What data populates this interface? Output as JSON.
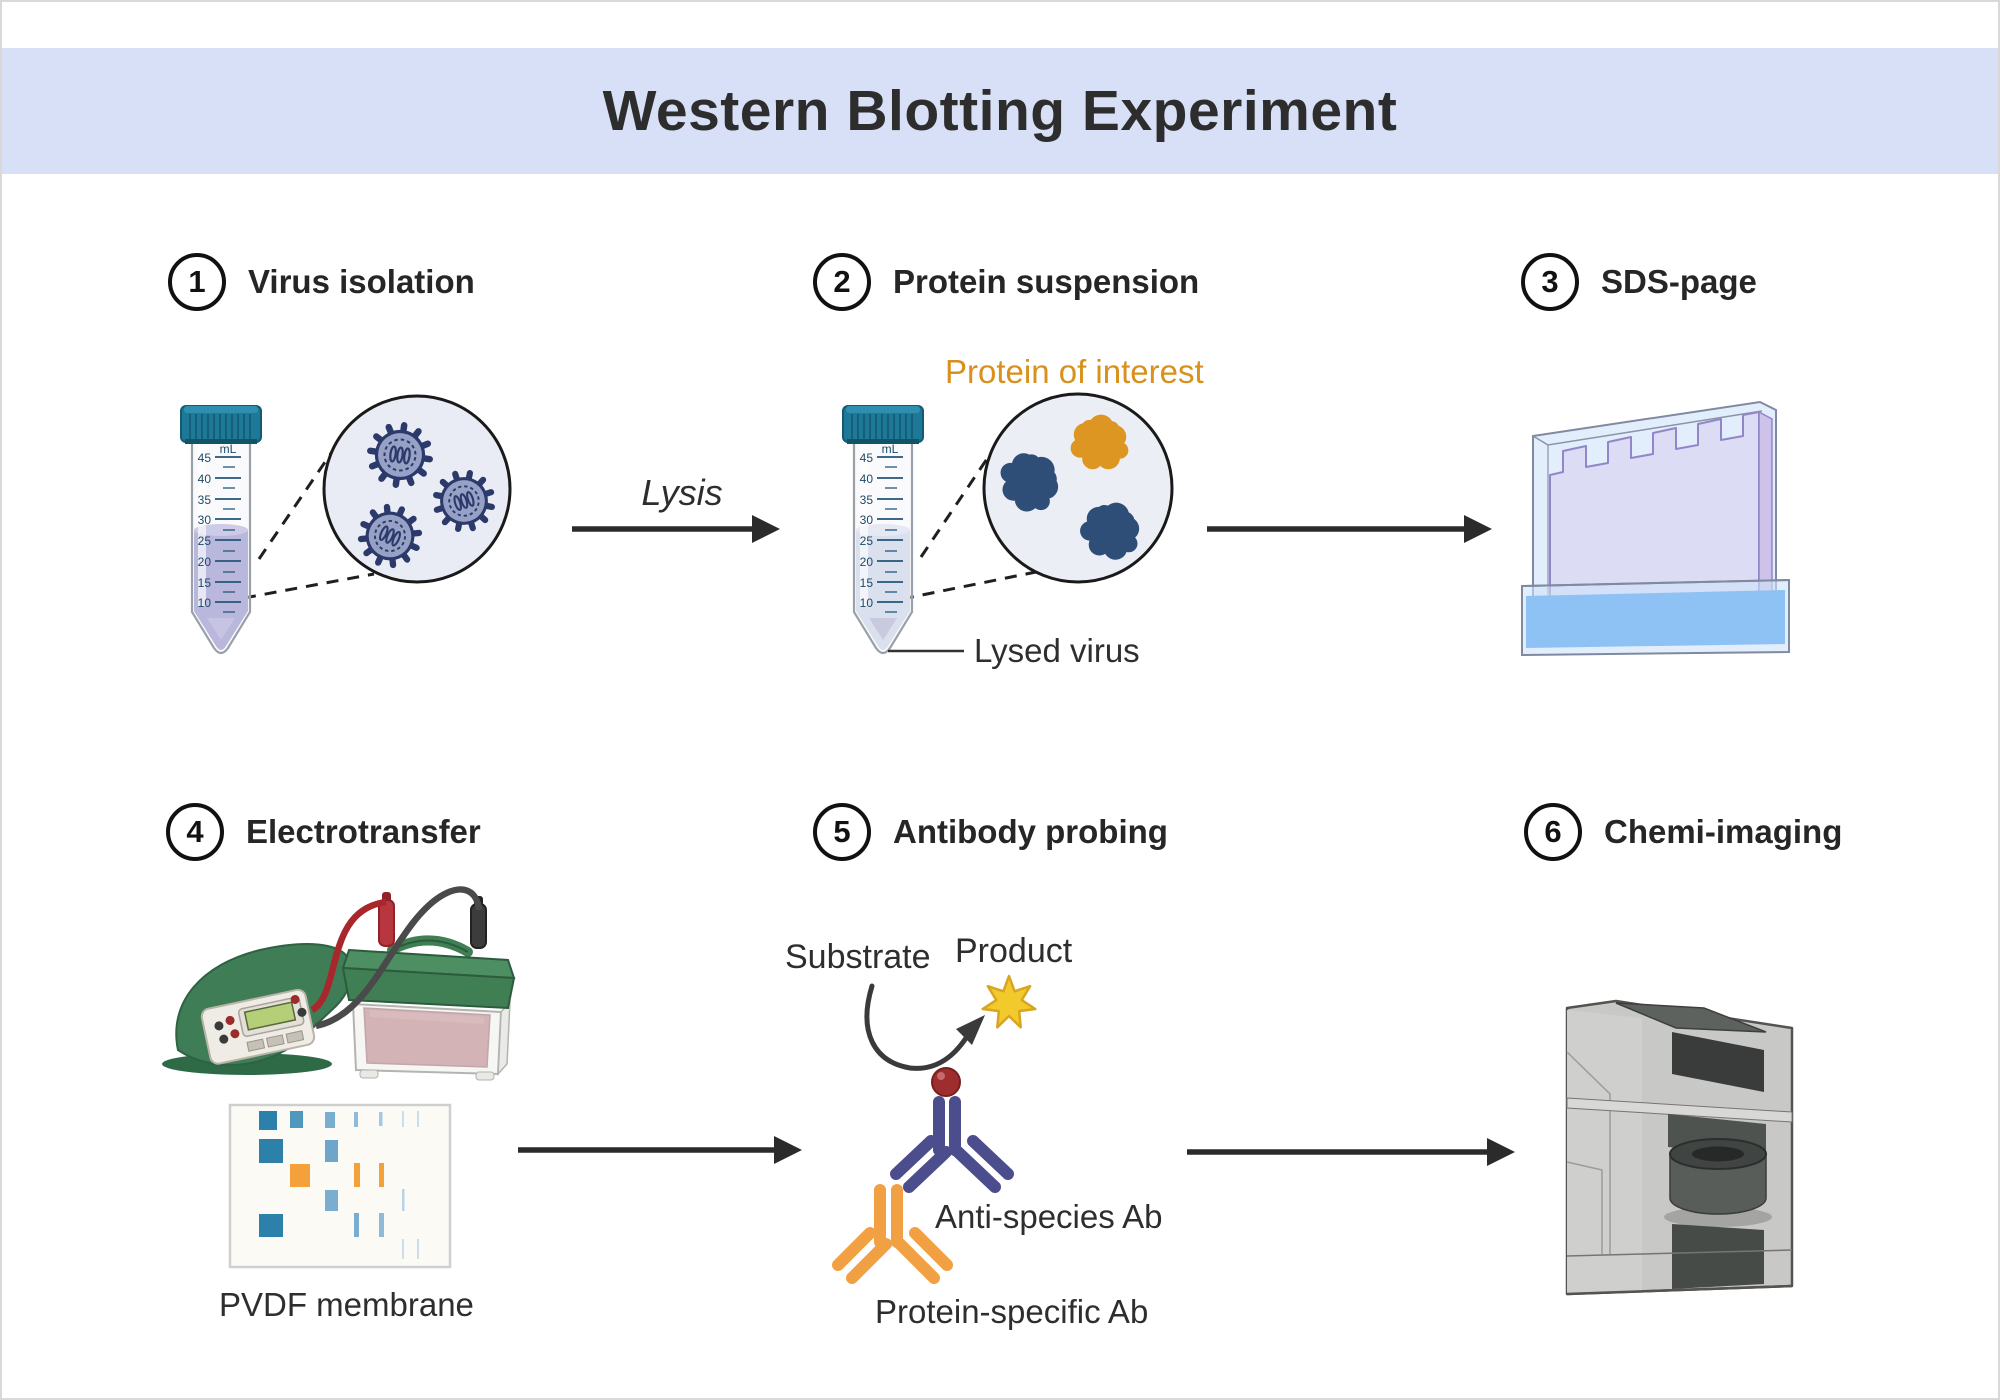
{
  "title": "Western Blotting Experiment",
  "steps": [
    {
      "number": "1",
      "label": "Virus isolation"
    },
    {
      "number": "2",
      "label": "Protein suspension"
    },
    {
      "number": "3",
      "label": "SDS-page"
    },
    {
      "number": "4",
      "label": "Electrotransfer"
    },
    {
      "number": "5",
      "label": "Antibody probing"
    },
    {
      "number": "6",
      "label": "Chemi-imaging"
    }
  ],
  "annotations": {
    "lysis": "Lysis",
    "protein_of_interest": "Protein of interest",
    "lysed_virus": "Lysed virus",
    "pvdf_membrane": "PVDF membrane",
    "substrate": "Substrate",
    "product": "Product",
    "anti_species_ab": "Anti-species Ab",
    "protein_specific_ab": "Protein-specific Ab"
  },
  "tube": {
    "unit": "mL",
    "ticks": [
      "45",
      "40",
      "35",
      "30",
      "25",
      "20",
      "15",
      "10"
    ]
  },
  "colors": {
    "header_band": "#d7e0f7",
    "accent_orange": "#d8911c",
    "blot_band_blue": "#2d80a9",
    "blot_band_orange": "#f4a13b",
    "antibody_secondary_blue": "#4c4d8c",
    "antibody_primary_orange": "#f2a044",
    "enzyme_red": "#9e2d2d",
    "product_star_yellow": "#f2ca2b",
    "tube_cap_teal": "#1e7897",
    "virus_liquid_purple": "#8a85c6",
    "lysate_liquid_blue": "#c6cfe6",
    "power_supply_green": "#3e7d56",
    "gel_buffer_blue": "#8fc2f4"
  }
}
